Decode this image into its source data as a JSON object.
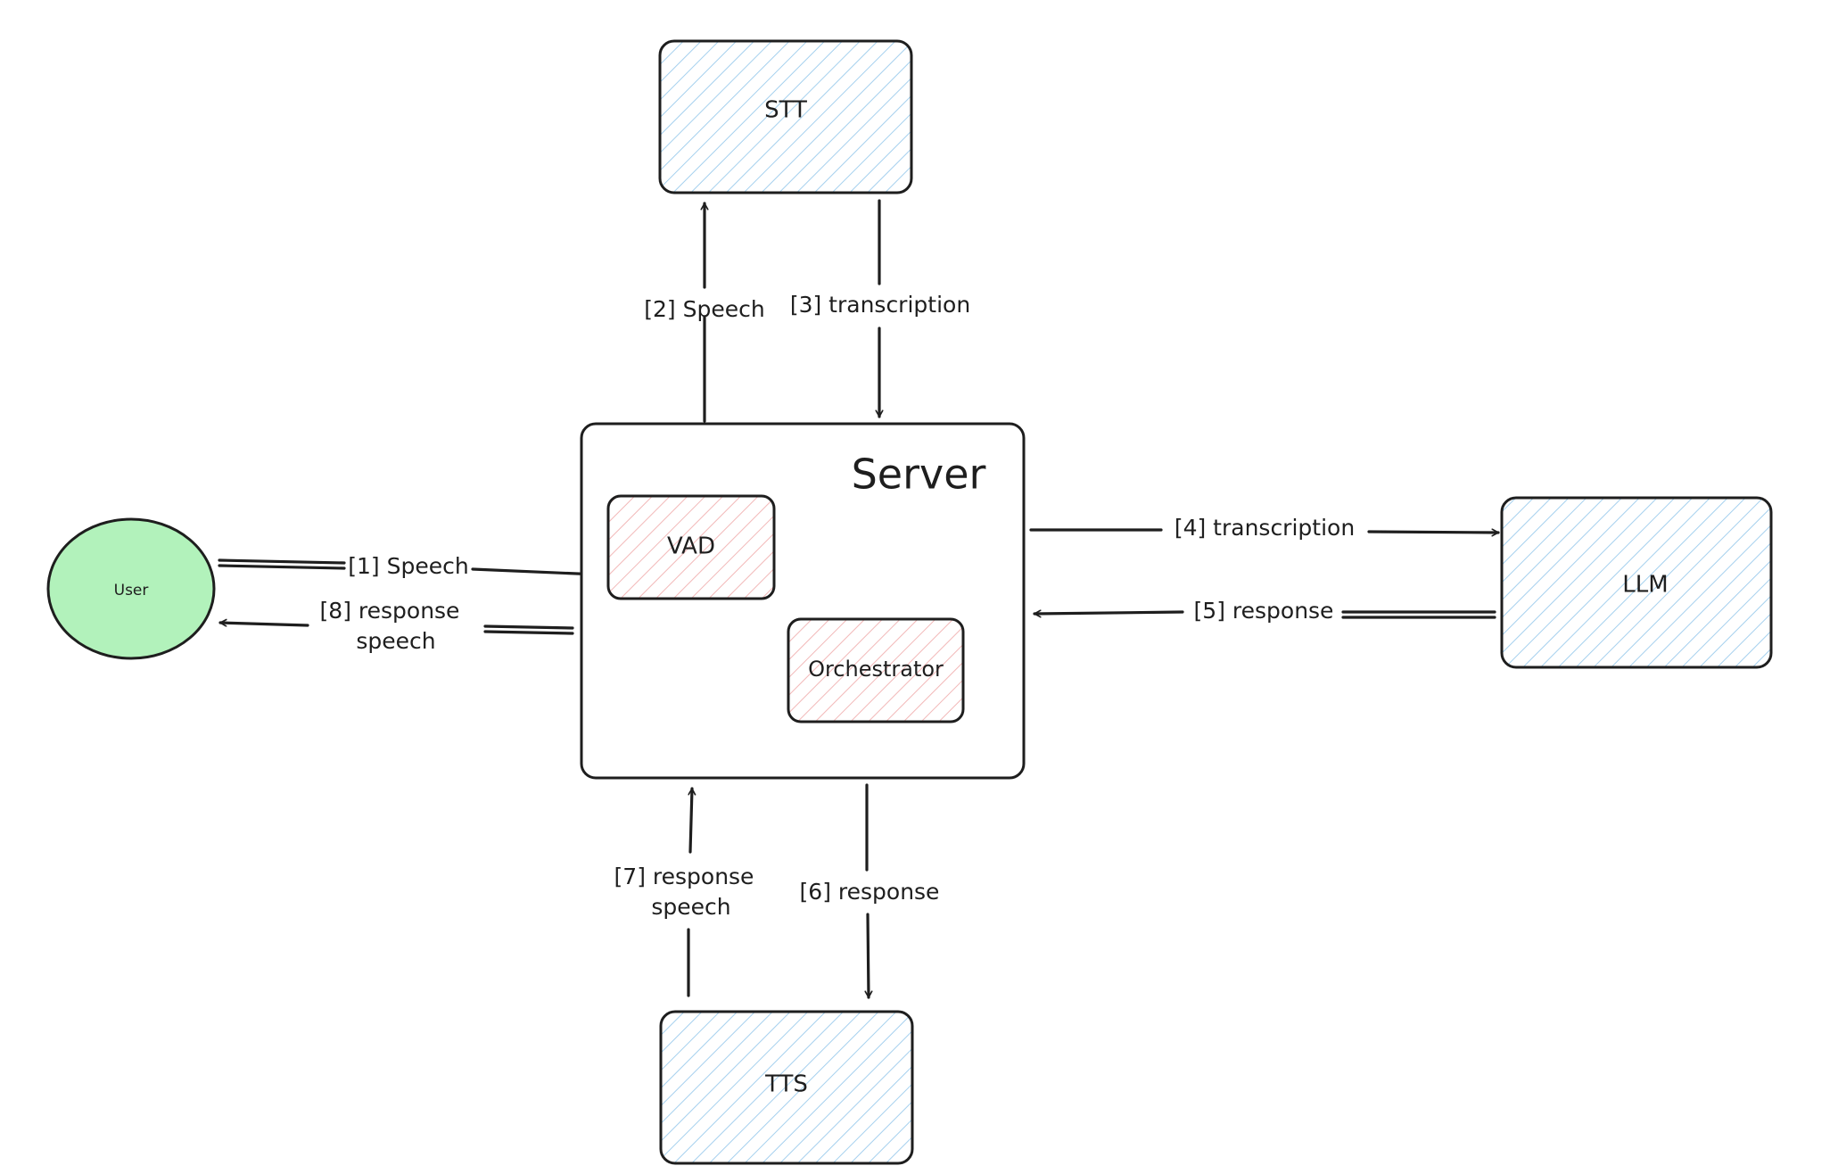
{
  "nodes": {
    "stt": "STT",
    "tts": "TTS",
    "llm": "LLM",
    "user": "User",
    "server": "Server",
    "vad": "VAD",
    "orchestrator": "Orchestrator"
  },
  "edges": {
    "e1": "[1] Speech",
    "e2": "[2] Speech",
    "e3": "[3] transcription",
    "e4": "[4] transcription",
    "e5": "[5] response",
    "e6": "[6] response",
    "e7_line1": "[7] response",
    "e7_line2": "speech",
    "e8_line1": "[8] response",
    "e8_line2": "speech"
  },
  "colors": {
    "stroke": "#1e1e1e",
    "blue_hatch": "#a5d0ee",
    "red_hatch": "#f2b8b8",
    "user_fill": "#b2f2bb",
    "background": "#ffffff"
  }
}
